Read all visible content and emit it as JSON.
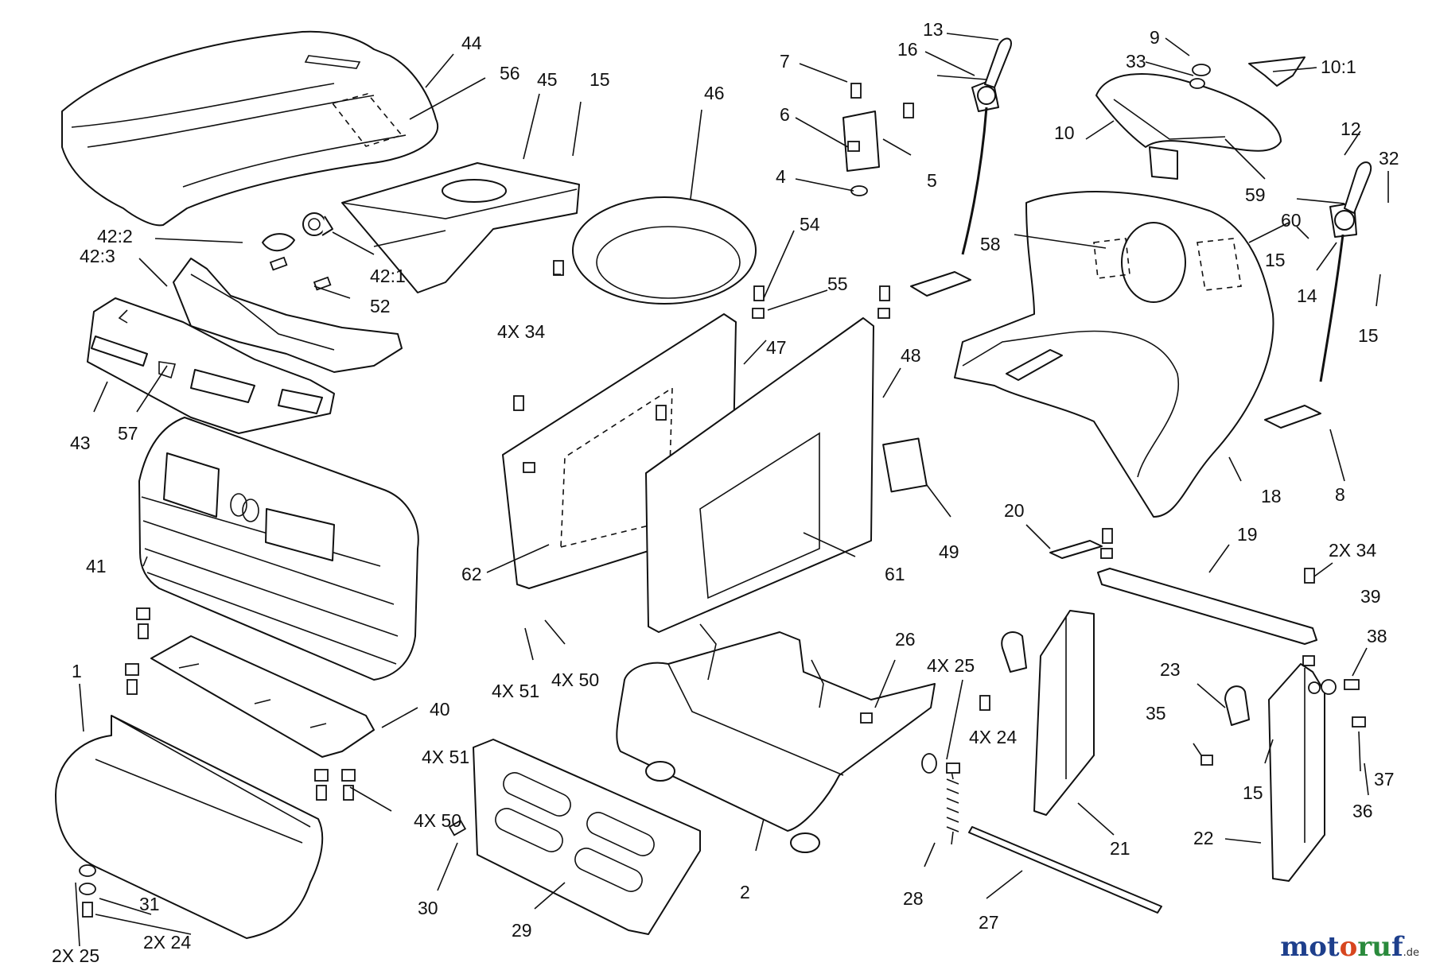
{
  "callouts": [
    {
      "id": "c44",
      "text": "44"
    },
    {
      "id": "c56",
      "text": "56"
    },
    {
      "id": "c45",
      "text": "45"
    },
    {
      "id": "c15a",
      "text": "15"
    },
    {
      "id": "c46",
      "text": "46"
    },
    {
      "id": "c7",
      "text": "7"
    },
    {
      "id": "c16",
      "text": "16"
    },
    {
      "id": "c13",
      "text": "13"
    },
    {
      "id": "c9",
      "text": "9"
    },
    {
      "id": "c33",
      "text": "33"
    },
    {
      "id": "c10_1",
      "text": "10:1"
    },
    {
      "id": "c10",
      "text": "10"
    },
    {
      "id": "c12",
      "text": "12"
    },
    {
      "id": "c32",
      "text": "32"
    },
    {
      "id": "c6",
      "text": "6"
    },
    {
      "id": "c5",
      "text": "5"
    },
    {
      "id": "c4",
      "text": "4"
    },
    {
      "id": "c59",
      "text": "59"
    },
    {
      "id": "c60",
      "text": "60"
    },
    {
      "id": "c15b",
      "text": "15"
    },
    {
      "id": "c14",
      "text": "14"
    },
    {
      "id": "c15c",
      "text": "15"
    },
    {
      "id": "c42_2",
      "text": "42:2"
    },
    {
      "id": "c42_3",
      "text": "42:3"
    },
    {
      "id": "c42_1",
      "text": "42:1"
    },
    {
      "id": "c52",
      "text": "52"
    },
    {
      "id": "c4x34a",
      "text": "4X 34"
    },
    {
      "id": "c54",
      "text": "54"
    },
    {
      "id": "c55",
      "text": "55"
    },
    {
      "id": "c58",
      "text": "58"
    },
    {
      "id": "c47",
      "text": "47"
    },
    {
      "id": "c48",
      "text": "48"
    },
    {
      "id": "c43",
      "text": "43"
    },
    {
      "id": "c57",
      "text": "57"
    },
    {
      "id": "c18",
      "text": "18"
    },
    {
      "id": "c8",
      "text": "8"
    },
    {
      "id": "c41",
      "text": "41"
    },
    {
      "id": "c62",
      "text": "62"
    },
    {
      "id": "c61",
      "text": "61"
    },
    {
      "id": "c49",
      "text": "49"
    },
    {
      "id": "c20",
      "text": "20"
    },
    {
      "id": "c19",
      "text": "19"
    },
    {
      "id": "c2x34",
      "text": "2X 34"
    },
    {
      "id": "c39",
      "text": "39"
    },
    {
      "id": "c38",
      "text": "38"
    },
    {
      "id": "c26",
      "text": "26"
    },
    {
      "id": "c4x25",
      "text": "4X 25"
    },
    {
      "id": "c23",
      "text": "23"
    },
    {
      "id": "c4x51a",
      "text": "4X 51"
    },
    {
      "id": "c4x50a",
      "text": "4X 50"
    },
    {
      "id": "c1",
      "text": "1"
    },
    {
      "id": "c40",
      "text": "40"
    },
    {
      "id": "c35",
      "text": "35"
    },
    {
      "id": "c4x24",
      "text": "4X 24"
    },
    {
      "id": "c4x51b",
      "text": "4X 51"
    },
    {
      "id": "c15d",
      "text": "15"
    },
    {
      "id": "c37",
      "text": "37"
    },
    {
      "id": "c36",
      "text": "36"
    },
    {
      "id": "c4x50b",
      "text": "4X 50"
    },
    {
      "id": "c21",
      "text": "21"
    },
    {
      "id": "c22",
      "text": "22"
    },
    {
      "id": "c30",
      "text": "30"
    },
    {
      "id": "c2",
      "text": "2"
    },
    {
      "id": "c28",
      "text": "28"
    },
    {
      "id": "c31",
      "text": "31"
    },
    {
      "id": "c29",
      "text": "29"
    },
    {
      "id": "c27",
      "text": "27"
    },
    {
      "id": "c2x24",
      "text": "2X 24"
    },
    {
      "id": "c2x25",
      "text": "2X 25"
    }
  ],
  "watermark": {
    "part1": "mot",
    "part2": "o",
    "part3": "ru",
    "part4": "f",
    "suffix": ".de"
  }
}
